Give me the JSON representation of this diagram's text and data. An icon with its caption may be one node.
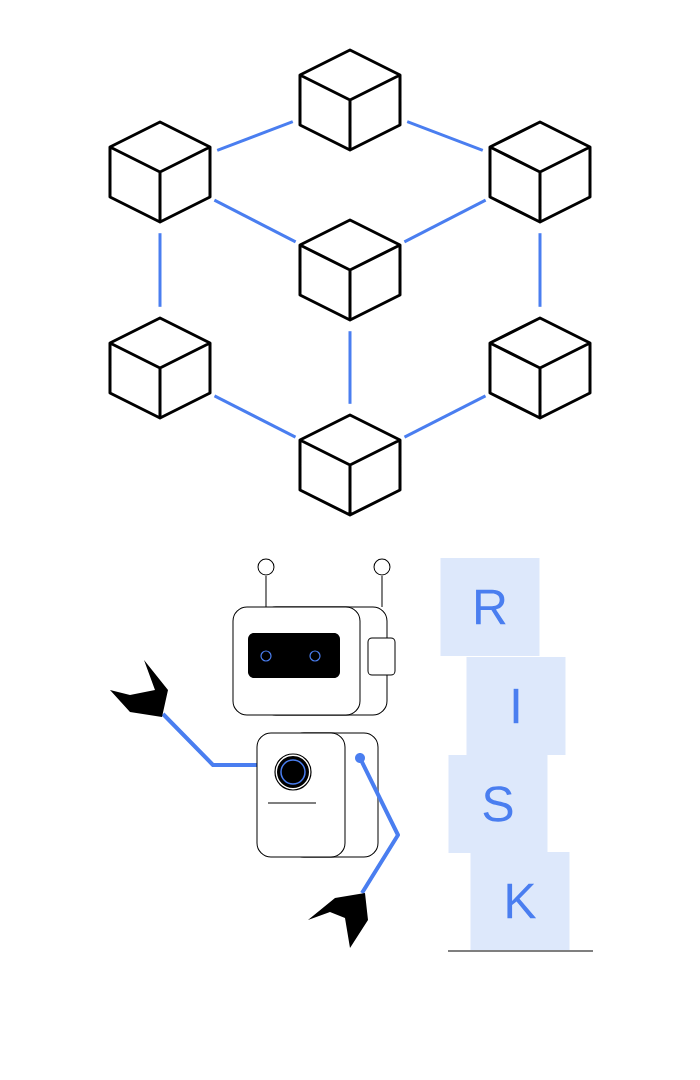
{
  "diagram": {
    "nodes": [
      {
        "text": [],
        "shape": "cube"
      },
      {
        "text": [],
        "shape": "cube"
      },
      {
        "text": [],
        "shape": "cube"
      },
      {
        "text": [],
        "shape": "cube"
      },
      {
        "text": [],
        "shape": "cube"
      },
      {
        "text": [],
        "shape": "cube"
      },
      {
        "text": [],
        "shape": "cube"
      },
      {
        "text": [
          "R"
        ]
      },
      {
        "text": [
          "I"
        ]
      },
      {
        "text": [
          "S"
        ]
      },
      {
        "text": [
          "K"
        ]
      }
    ],
    "edges": [
      {
        "from": 0,
        "to": 1,
        "arrow": "none"
      },
      {
        "from": 0,
        "to": 2,
        "arrow": "none"
      },
      {
        "from": 1,
        "to": 3,
        "arrow": "none"
      },
      {
        "from": 2,
        "to": 3,
        "arrow": "none"
      },
      {
        "from": 1,
        "to": 4,
        "arrow": "none"
      },
      {
        "from": 2,
        "to": 5,
        "arrow": "none"
      },
      {
        "from": 3,
        "to": 6,
        "arrow": "none"
      },
      {
        "from": 4,
        "to": 6,
        "arrow": "none"
      },
      {
        "from": 5,
        "to": 6,
        "arrow": "none"
      }
    ]
  }
}
